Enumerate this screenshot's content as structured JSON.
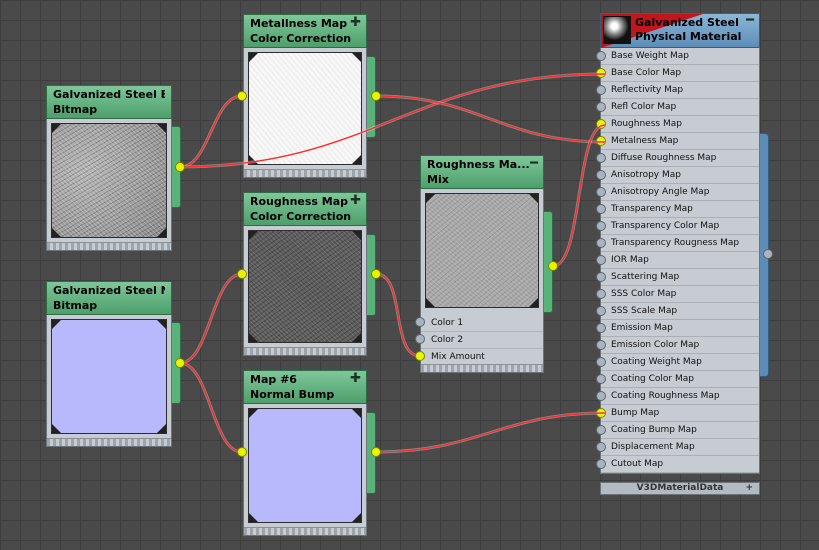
{
  "nodes": {
    "bitmap_base": {
      "title": "Galvanized Steel B...",
      "subtitle": "Bitmap"
    },
    "bitmap_normal": {
      "title": "Galvanized Steel N...",
      "subtitle": "Bitmap"
    },
    "metal_cc": {
      "title": "Metallness Map",
      "subtitle": "Color Correction"
    },
    "rough_cc": {
      "title": "Roughness Map",
      "subtitle": "Color Correction"
    },
    "normal_bump": {
      "title": "Map #6",
      "subtitle": "Normal Bump"
    },
    "mix": {
      "title": "Roughness Ma...",
      "subtitle": "Mix",
      "inputs": [
        "Color 1",
        "Color 2",
        "Mix Amount"
      ]
    }
  },
  "material": {
    "title_line1": "Galvanized Steel",
    "title_line2": "Physical Material",
    "footer": "V3DMaterialData",
    "slots": [
      "Base Weight Map",
      "Base Color Map",
      "Reflectivity Map",
      "Refl Color Map",
      "Roughness Map",
      "Metalness Map",
      "Diffuse Roughness Map",
      "Anisotropy Map",
      "Anisotropy Angle Map",
      "Transparency Map",
      "Transparency Color Map",
      "Transparency Rougness Map",
      "IOR Map",
      "Scattering Map",
      "SSS Color Map",
      "SSS Scale Map",
      "Emission Map",
      "Emission Color Map",
      "Coating Weight Map",
      "Coating Color Map",
      "Coating Roughness Map",
      "Bump Map",
      "Coating Bump Map",
      "Displacement Map",
      "Cutout Map"
    ],
    "connected_slots": [
      "Base Color Map",
      "Roughness Map",
      "Metalness Map",
      "Bump Map"
    ]
  },
  "colors": {
    "wire": "#ff2b2b",
    "socket_connected": "#e8f500",
    "node_header_green": "#5ab27b",
    "material_header_blue": "#5d8db6"
  }
}
